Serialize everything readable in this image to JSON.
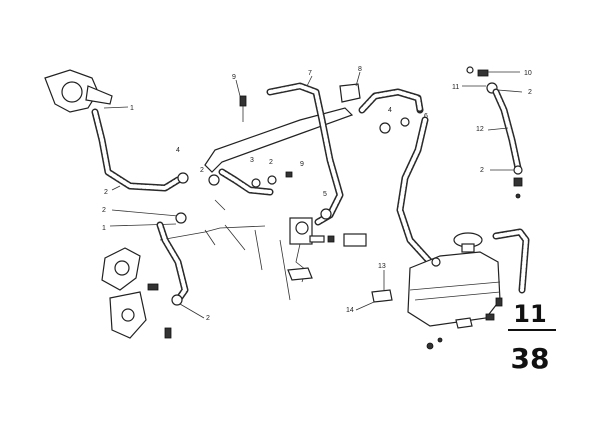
{
  "callouts": {
    "c1": "1",
    "c2": "2",
    "c3": "3",
    "c4": "4",
    "c5": "5",
    "c6": "6",
    "c7": "7",
    "c8": "8",
    "c9": "9",
    "c10": "10",
    "c11": "11",
    "c12": "12",
    "c13": "13",
    "c14": "14"
  },
  "page_ref": {
    "group": "11",
    "page": "38"
  }
}
